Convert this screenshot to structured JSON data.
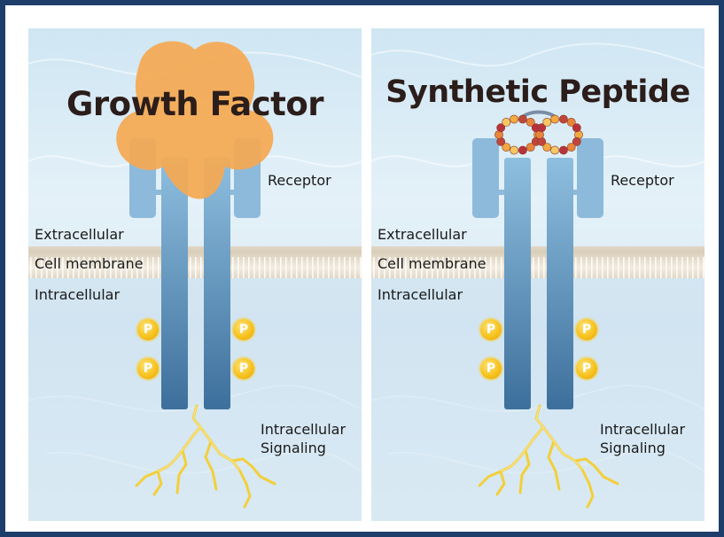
{
  "panels": [
    {
      "title": "Growth Factor",
      "labels": {
        "receptor": "Receptor",
        "extracellular": "Extracellular",
        "membrane": "Cell membrane",
        "intracellular": "Intracellular",
        "signaling_line1": "Intracellular",
        "signaling_line2": "Signaling"
      },
      "phospho": "P",
      "ligand": "growth-factor-blob"
    },
    {
      "title": "Synthetic Peptide",
      "labels": {
        "receptor": "Receptor",
        "extracellular": "Extracellular",
        "membrane": "Cell membrane",
        "intracellular": "Intracellular",
        "signaling_line1": "Intracellular",
        "signaling_line2": "Signaling"
      },
      "phospho": "P",
      "ligand": "bead-peptide-loops"
    }
  ],
  "colors": {
    "frame": "#1d3d6b",
    "receptor": "#4f86b4",
    "growth_factor": "#f4a952",
    "phospho": "#f7c21e",
    "signal": "#f2cf3a",
    "membrane": "#e2d9c8"
  }
}
